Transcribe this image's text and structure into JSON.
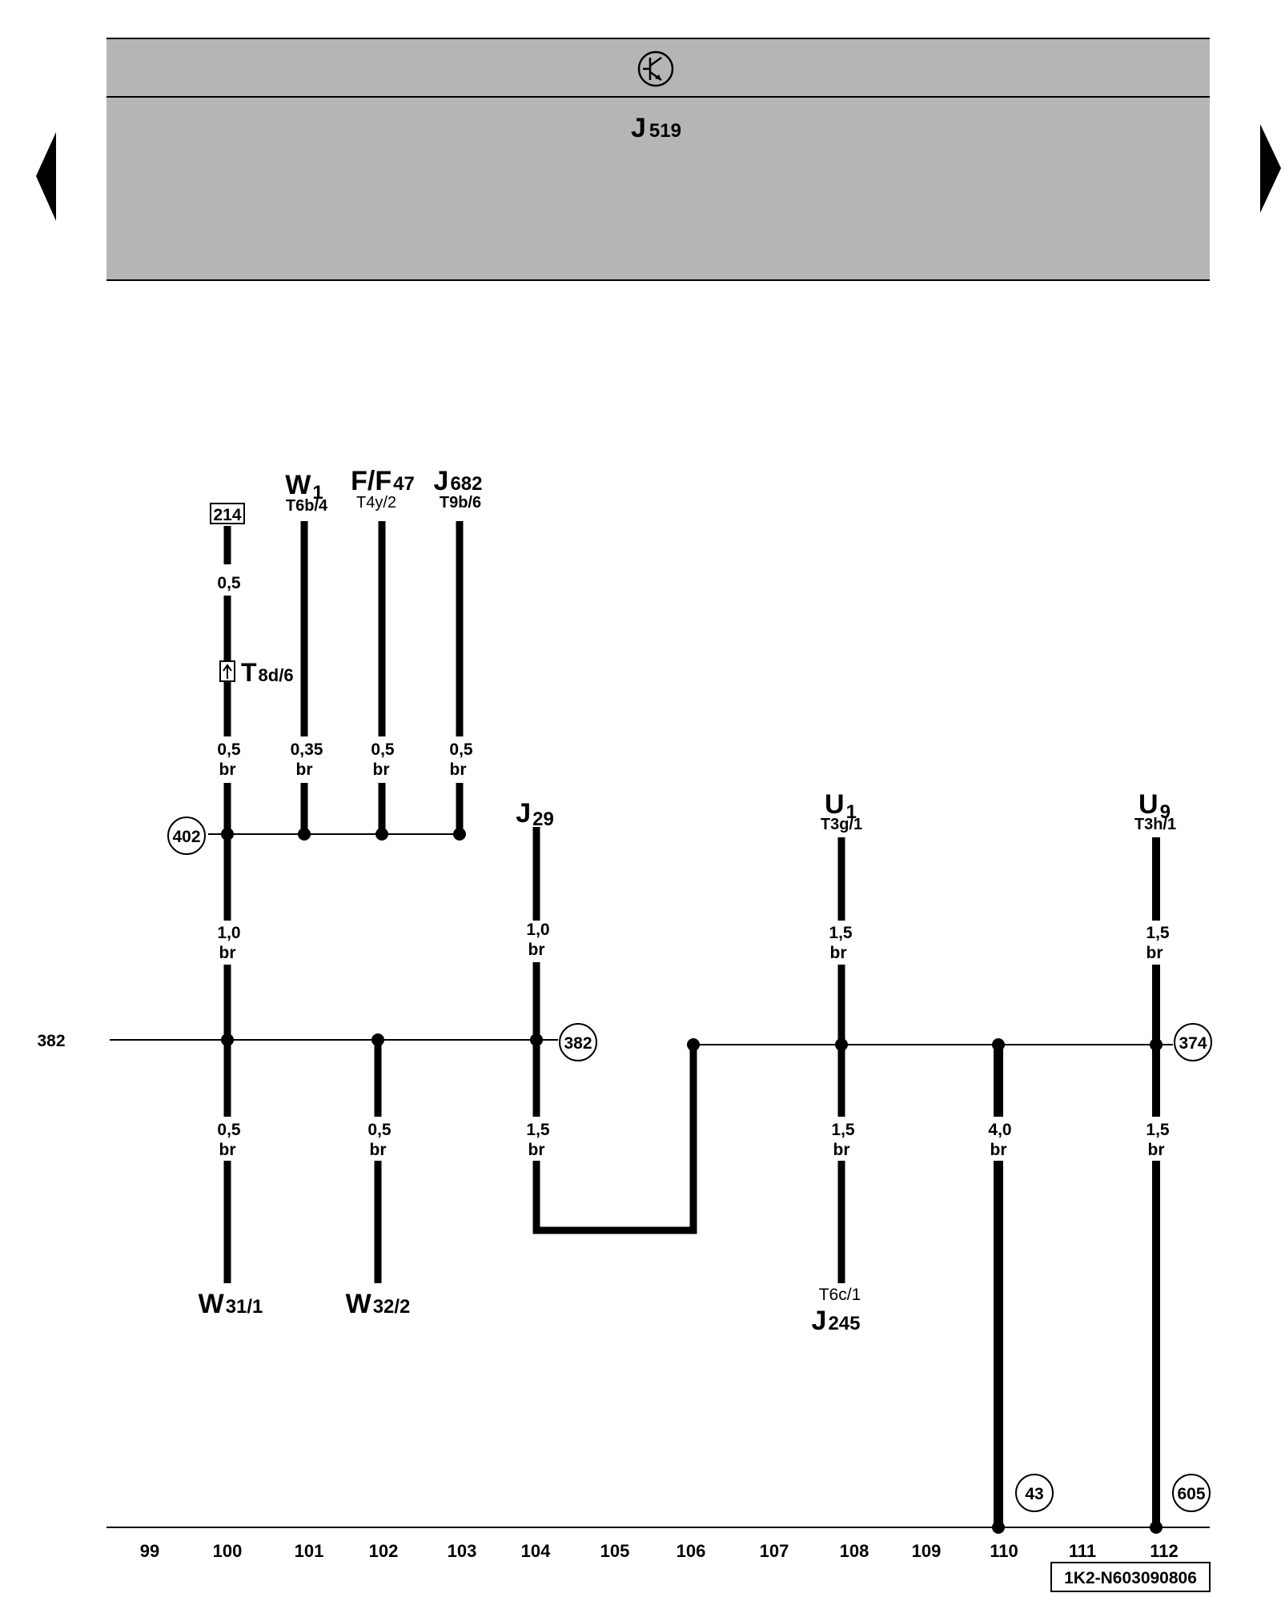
{
  "header": {
    "symbol_icon": "ground-transistor-symbol-icon",
    "control_unit": {
      "main": "J",
      "sub": "519"
    }
  },
  "nav": {
    "prev_icon": "triangle-left-icon",
    "next_icon": "triangle-right-icon"
  },
  "components": {
    "ref_214": "214",
    "w1": {
      "main": "W",
      "sub": "1",
      "pin": "T6b/4"
    },
    "ff47": {
      "main": "F/F",
      "sub": "47",
      "pin": "T4y/2"
    },
    "j682": {
      "main": "J",
      "sub": "682",
      "pin": "T9b/6"
    },
    "t8d": {
      "main": "T",
      "sub": "8d/6"
    },
    "j29": {
      "main": "J",
      "sub": "29"
    },
    "u1": {
      "main": "U",
      "sub": "1",
      "pin": "T3g/1"
    },
    "u9": {
      "main": "U",
      "sub": "9",
      "pin": "T3h/1"
    },
    "w31": {
      "main": "W",
      "sub": "31/1"
    },
    "w32": {
      "main": "W",
      "sub": "32/2"
    },
    "j245": {
      "main": "J",
      "sub": "245",
      "pin": "T6c/1"
    }
  },
  "wires": {
    "w_100_top1": {
      "size": "0,5",
      "color": ""
    },
    "w_100_top2": {
      "size": "0,5",
      "color": "br"
    },
    "w_101": {
      "size": "0,35",
      "color": "br"
    },
    "w_102_top": {
      "size": "0,5",
      "color": "br"
    },
    "w_103": {
      "size": "0,5",
      "color": "br"
    },
    "w_100_mid": {
      "size": "1,0",
      "color": "br"
    },
    "w_104_top": {
      "size": "1,0",
      "color": "br"
    },
    "w_108_top": {
      "size": "1,5",
      "color": "br"
    },
    "w_112_top": {
      "size": "1,5",
      "color": "br"
    },
    "w_100_bot": {
      "size": "0,5",
      "color": "br"
    },
    "w_102_bot": {
      "size": "0,5",
      "color": "br"
    },
    "w_104_bot": {
      "size": "1,5",
      "color": "br"
    },
    "w_108_bot": {
      "size": "1,5",
      "color": "br"
    },
    "w_110": {
      "size": "4,0",
      "color": "br"
    },
    "w_112_bot": {
      "size": "1,5",
      "color": "br"
    }
  },
  "refs": {
    "c402": "402",
    "c382": "382",
    "c374": "374",
    "c43": "43",
    "c605": "605",
    "left_382": "382"
  },
  "columns": [
    "99",
    "100",
    "101",
    "102",
    "103",
    "104",
    "105",
    "106",
    "107",
    "108",
    "109",
    "110",
    "111",
    "112"
  ],
  "doc_id": "1K2-N603090806"
}
